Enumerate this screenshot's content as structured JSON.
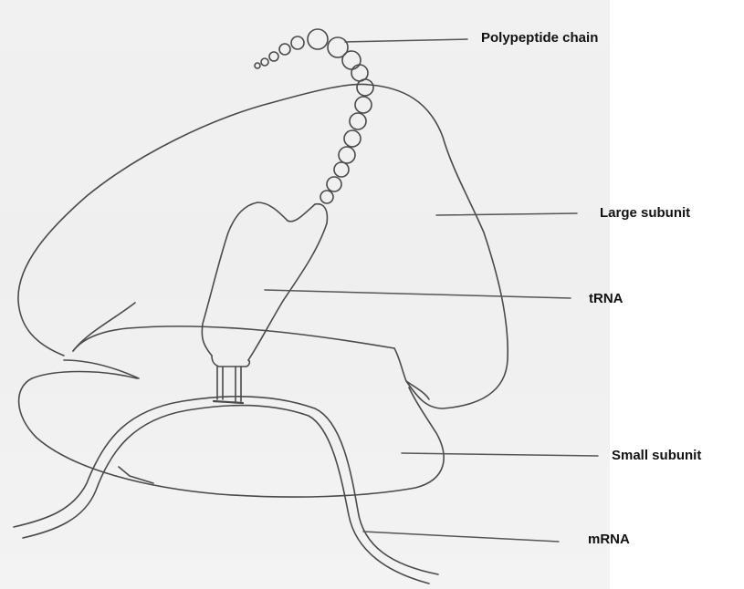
{
  "labels": {
    "polypeptide": "Polypeptide chain",
    "large_subunit": "Large subunit",
    "trna": "tRNA",
    "small_subunit": "Small subunit",
    "mrna": "mRNA"
  },
  "colors": {
    "paper": "#f0f0f0",
    "pencil": "#4a4a4a",
    "pointer": "#555555",
    "text": "#111111"
  }
}
